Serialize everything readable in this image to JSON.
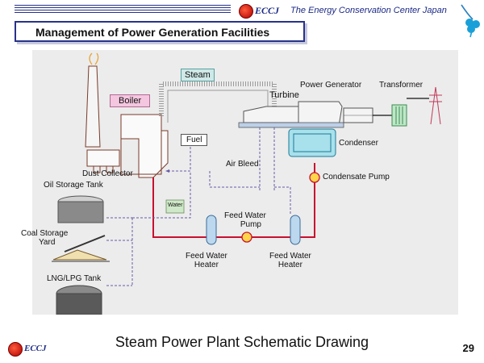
{
  "header": {
    "brand": "ECCJ",
    "organization": "The Energy Conservation Center Japan"
  },
  "slide_title": "Management of Power Generation Facilities",
  "diagram": {
    "labels": {
      "steam": "Steam",
      "boiler": "Boiler",
      "turbine": "Turbine",
      "power_generator": "Power Generator",
      "transformer": "Transformer",
      "fuel": "Fuel",
      "condenser": "Condenser",
      "air_bleed": "Air Bleed",
      "condensate_pump": "Condensate Pump",
      "dust_collector": "Dust Collector",
      "oil_storage_tank": "Oil Storage Tank",
      "water": "Water",
      "feed_water_pump_1": "Feed Water",
      "feed_water_pump_2": "Pump",
      "coal_storage_1": "Coal Storage",
      "coal_storage_2": "Yard",
      "fwh_left_1": "Feed Water",
      "fwh_left_2": "Heater",
      "fwh_right_1": "Feed Water",
      "fwh_right_2": "Heater",
      "lng_lpg_tank": "LNG/LPG Tank"
    }
  },
  "footer": {
    "caption": "Steam Power Plant Schematic Drawing",
    "brand": "ECCJ",
    "page": "29"
  },
  "colors": {
    "navy": "#27328a",
    "water_line": "#c8102e",
    "fuel_line": "#6a5aa8",
    "steam_pipe": "#9a9a9a"
  }
}
